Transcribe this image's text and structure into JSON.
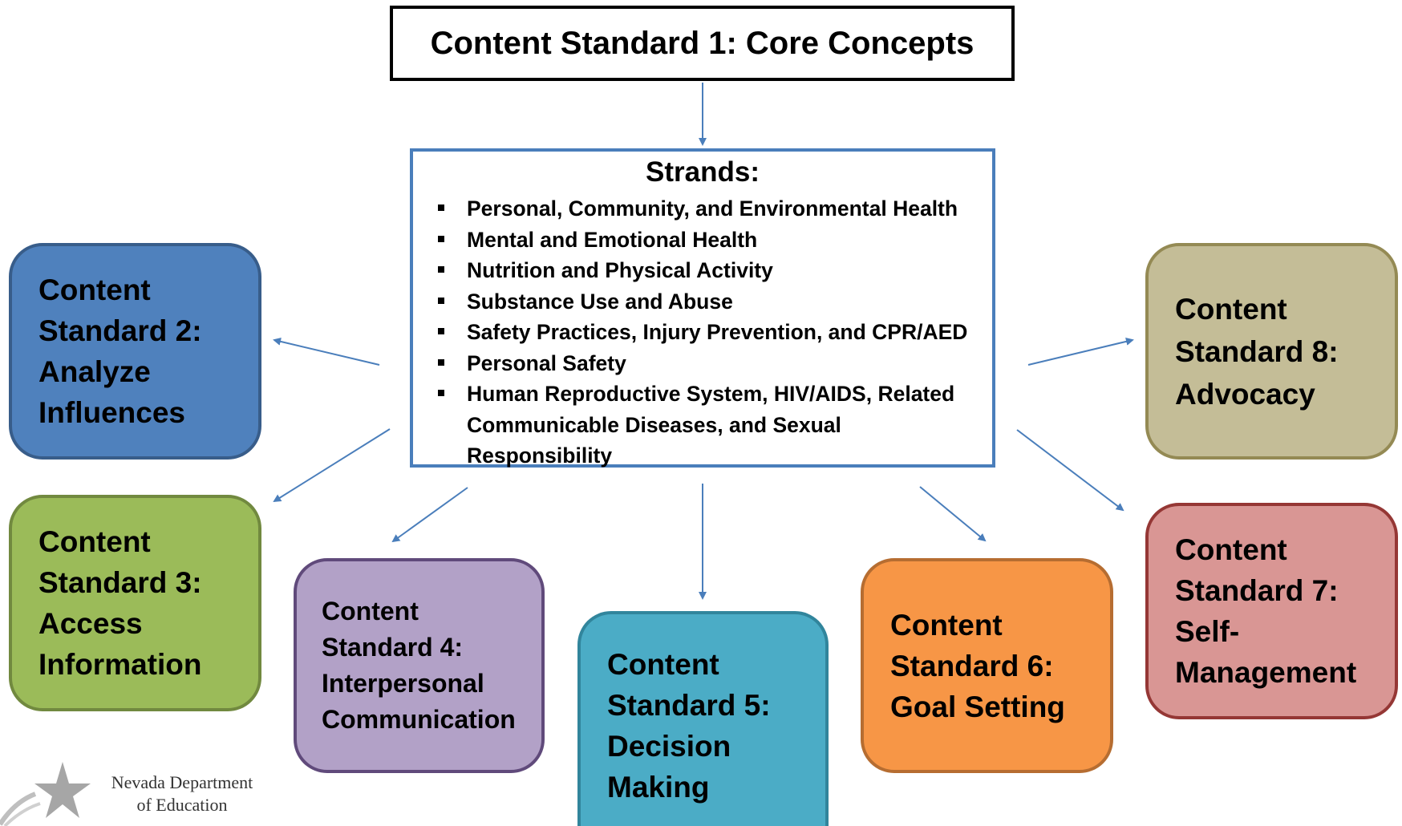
{
  "title": "Content Standard 1: Core Concepts",
  "strands": {
    "heading": "Strands:",
    "items": [
      "Personal, Community, and Environmental Health",
      "Mental and Emotional Health",
      "Nutrition and Physical Activity",
      "Substance Use and Abuse",
      "Safety Practices, Injury Prevention, and CPR/AED",
      "Personal Safety",
      "Human Reproductive System, HIV/AIDS, Related Communicable Diseases, and Sexual Responsibility"
    ]
  },
  "standards": [
    {
      "text": "Content\nStandard 2:\nAnalyze\nInfluences",
      "fill": "#4f81bd",
      "border": "#385d8a"
    },
    {
      "text": "Content\nStandard 3:\nAccess\nInformation",
      "fill": "#9bbb59",
      "border": "#71893f"
    },
    {
      "text": "Content\nStandard 4:\nInterpersonal\nCommunication",
      "fill": "#b2a1c7",
      "border": "#604a7b"
    },
    {
      "text": "Content\nStandard 5:\nDecision\nMaking",
      "fill": "#4bacc6",
      "border": "#31859c"
    },
    {
      "text": "Content\nStandard 6:\nGoal Setting",
      "fill": "#f79646",
      "border": "#b66d31"
    },
    {
      "text": "Content\nStandard 7:\nSelf-\nManagement",
      "fill": "#d99694",
      "border": "#953735"
    },
    {
      "text": "Content\nStandard 8:\nAdvocacy",
      "fill": "#c4bd97",
      "border": "#948a54"
    }
  ],
  "colors": {
    "arrow": "#4a7ebb",
    "logo_star": "#a6a6a6"
  },
  "logo": {
    "icon": "star-icon",
    "line1": "Nevada Department",
    "line2": "of Education"
  }
}
